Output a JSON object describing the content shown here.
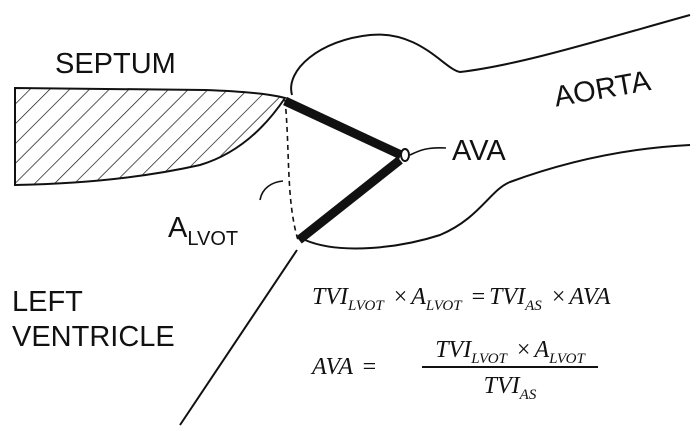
{
  "labels": {
    "septum": "SEPTUM",
    "aorta": "AORTA",
    "ava": "AVA",
    "a_lvot_main": "A",
    "a_lvot_sub": "LVOT",
    "left_ventricle_line1": "LEFT",
    "left_ventricle_line2": "VENTRICLE"
  },
  "equation1": {
    "t1": "TVI",
    "t1_sub": "LVOT",
    "op1": "×",
    "t2": "A",
    "t2_sub": "LVOT",
    "eq": "=",
    "t3": "TVI",
    "t3_sub": "AS",
    "op2": "×",
    "t4": "AVA"
  },
  "equation2": {
    "lhs": "AVA",
    "eq": "=",
    "num_t1": "TVI",
    "num_t1_sub": "LVOT",
    "num_op": "×",
    "num_t2": "A",
    "num_t2_sub": "LVOT",
    "den": "TVI",
    "den_sub": "AS"
  },
  "colors": {
    "ink": "#111111",
    "background": "#ffffff"
  }
}
